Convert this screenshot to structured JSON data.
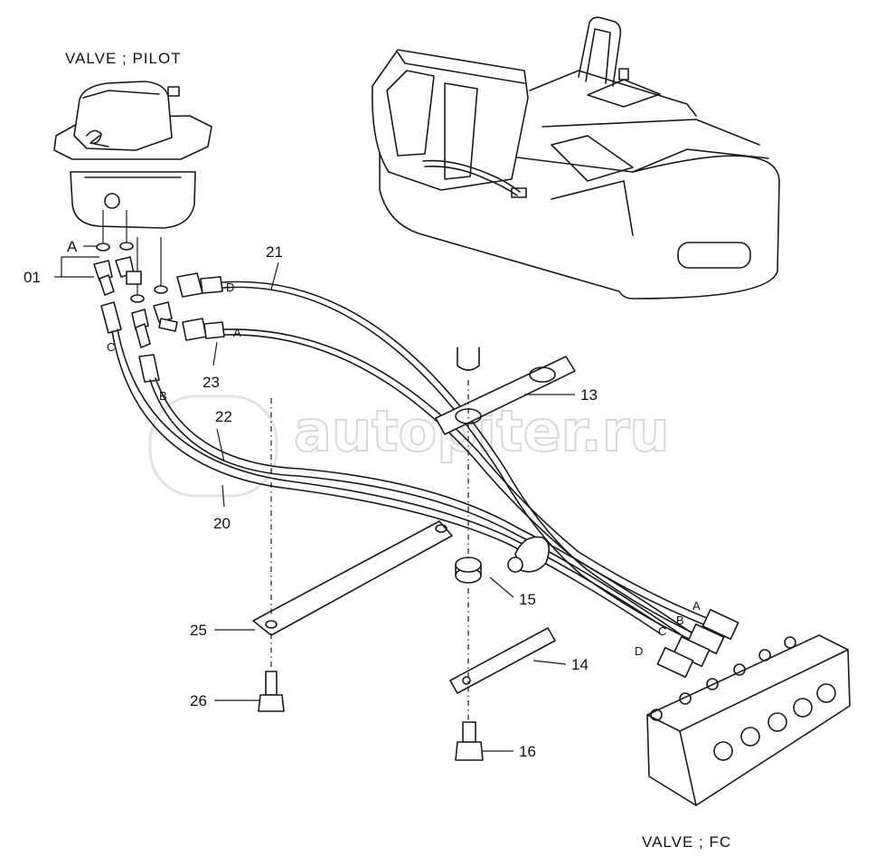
{
  "titles": {
    "top_left": "VALVE ; PILOT",
    "bottom_right": "VALVE ; FC"
  },
  "watermark": "autopiter.ru",
  "callouts": {
    "c01": "01",
    "c13": "13",
    "c14": "14",
    "c15": "15",
    "c16": "16",
    "c20": "20",
    "c21": "21",
    "c22": "22",
    "c23": "23",
    "c25": "25",
    "c26": "26"
  },
  "port_letters": {
    "a": "A",
    "b": "B",
    "c": "C",
    "d": "D"
  }
}
